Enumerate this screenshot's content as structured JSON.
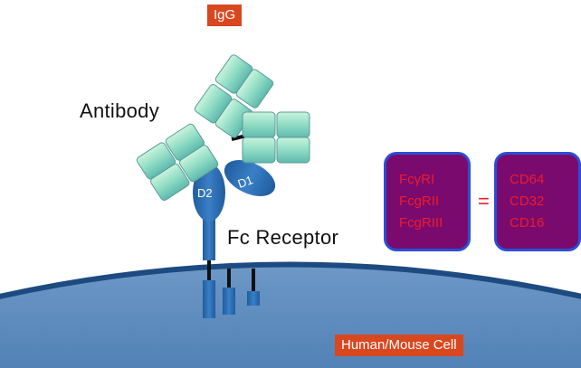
{
  "labels": {
    "igg": "IgG",
    "antibody": "Antibody",
    "fc_receptor": "Fc Receptor",
    "cell": "Human/Mouse Cell",
    "domain_d1": "D1",
    "domain_d2": "D2",
    "equals": "="
  },
  "receptor_names": [
    "FcγRI",
    "FcgRII",
    "FcgRIII"
  ],
  "cd_names": [
    "CD64",
    "CD32",
    "CD16"
  ],
  "colors": {
    "tag_bg": "#d9471f",
    "box_bg": "#7a0a6e",
    "box_border": "#2a4fd4",
    "box_text": "#ee1c2a",
    "receptor_blue": "#2f6fb4",
    "cell_fill": "#5f8dbf",
    "membrane": "#1d4a80",
    "antibody_fill": "#a9e7d2"
  }
}
